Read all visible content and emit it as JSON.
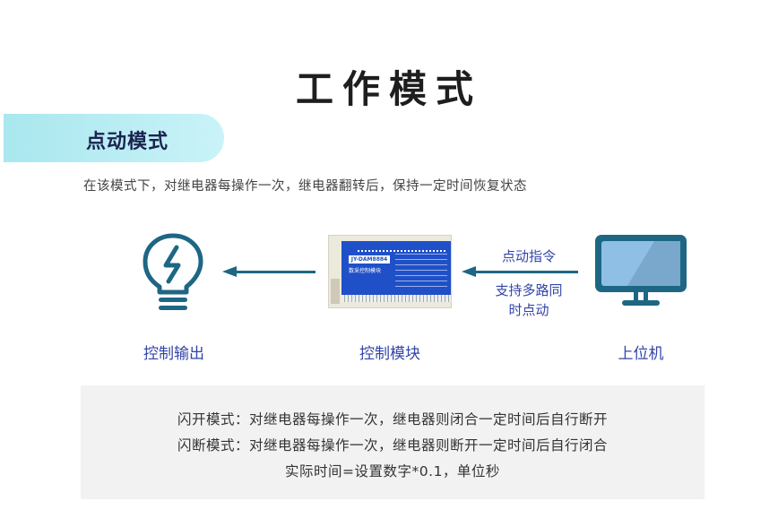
{
  "title": "工作模式",
  "section": {
    "label": "点动模式",
    "description": "在该模式下，对继电器每操作一次，继电器翻转后，保持一定时间恢复状态"
  },
  "diagram": {
    "nodes": [
      {
        "id": "output",
        "label": "控制输出",
        "icon": "lightbulb-bolt-icon"
      },
      {
        "id": "module",
        "label": "控制模块",
        "icon": "control-module-device",
        "device_name": "JY-DAM8884",
        "device_subtitle": "数采控制模块"
      },
      {
        "id": "host",
        "label": "上位机",
        "icon": "monitor-icon"
      }
    ],
    "command_label": "点动指令",
    "command_note_line1": "支持多路同",
    "command_note_line2": "时点动"
  },
  "notes": [
    "闪开模式：对继电器每操作一次，继电器则闭合一定时间后自行断开",
    "闪断模式：对继电器每操作一次，继电器则断开一定时间后自行闭合",
    "实际时间=设置数字*0.1，单位秒"
  ],
  "colors": {
    "accent": "#1d6784",
    "label_blue": "#3345a8",
    "pill_start": "#a9e7ee",
    "pill_end": "#c9f3f8",
    "note_bg": "#f2f2f2"
  }
}
